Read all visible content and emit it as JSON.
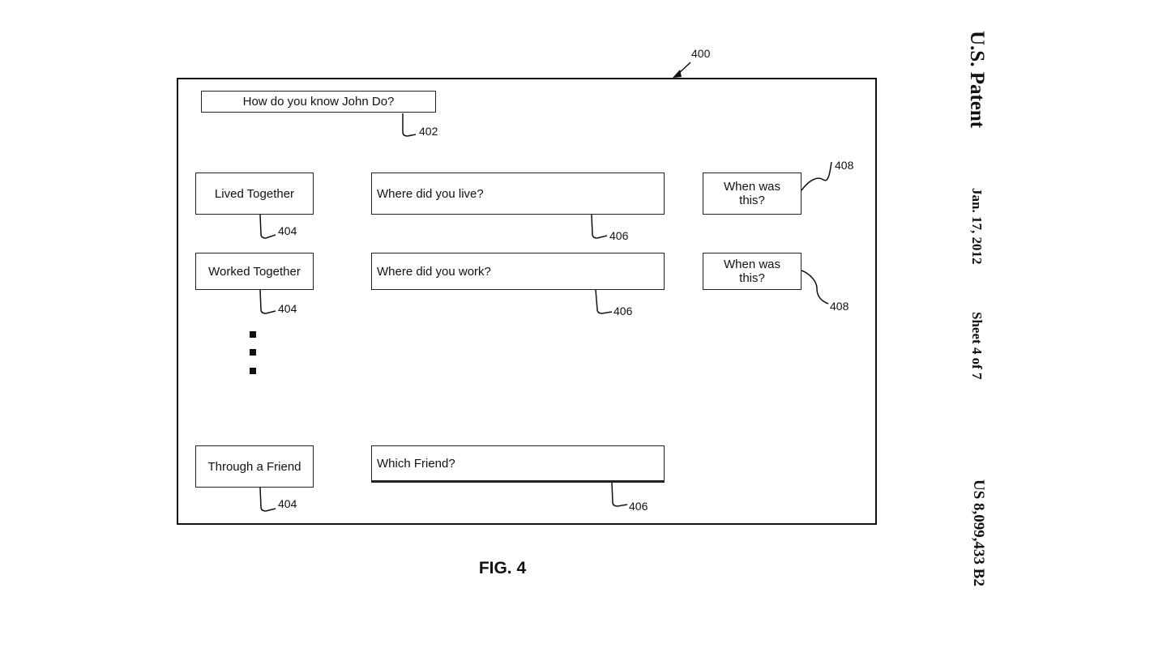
{
  "header": {
    "patent": "U.S. Patent",
    "date": "Jan. 17, 2012",
    "sheet": "Sheet 4 of 7",
    "number": "US 8,099,433 B2"
  },
  "figure": {
    "title": "FIG. 4",
    "frame_ref": "400",
    "question": {
      "text": "How do you know John Do?",
      "ref": "402"
    },
    "rows": [
      {
        "option": "Lived Together",
        "option_ref": "404",
        "followup": "Where did you live?",
        "followup_ref": "406",
        "when": "When was this?",
        "when_ref": "408"
      },
      {
        "option": "Worked Together",
        "option_ref": "404",
        "followup": "Where did you work?",
        "followup_ref": "406",
        "when": "When was this?",
        "when_ref": "408"
      },
      {
        "option": "Through a Friend",
        "option_ref": "404",
        "followup": "Which Friend?",
        "followup_ref": "406"
      }
    ]
  }
}
